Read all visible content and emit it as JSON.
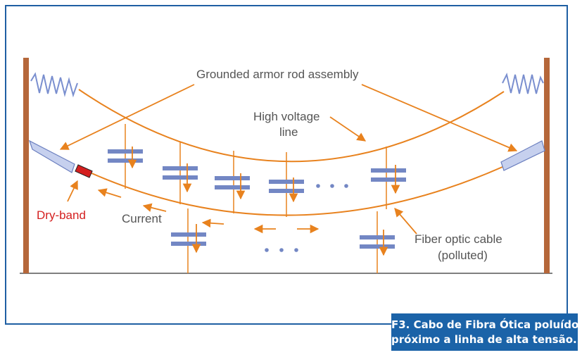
{
  "labels": {
    "armor_rod": "Grounded armor rod assembly",
    "hv_line_1": "High voltage",
    "hv_line_2": "line",
    "dry_band": "Dry-band",
    "current": "Current",
    "fiber_1": "Fiber optic cable",
    "fiber_2": "(polluted)"
  },
  "caption": {
    "line1": "F3. Cabo de Fibra Ótica poluído",
    "line2": "próximo a linha de alta tensão."
  },
  "colors": {
    "frame": "#1f5fa3",
    "caption_bg": "#1b63a8",
    "line": "#e8821e",
    "pole": "#b5673a",
    "capacitor": "#7387c4",
    "insulator": "#7a8fcf",
    "dry_band": "#d41f1f",
    "label_text": "#555555"
  }
}
